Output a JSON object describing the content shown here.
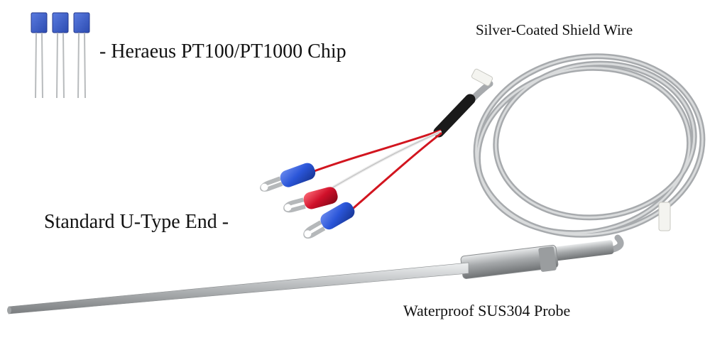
{
  "captions": {
    "chip": "- Heraeus PT100/PT1000 Chip",
    "shield_wire": "Silver-Coated Shield Wire",
    "u_type_end": "Standard U-Type End -",
    "probe": "Waterproof SUS304 Probe"
  },
  "colors": {
    "chip_blue": "#3b5fd0",
    "terminal_blue": "#2a55d8",
    "terminal_red": "#d0102a",
    "wire_red": "#d2151f",
    "wire_white": "#f2f2f2",
    "shield_silver": "#c9ccce",
    "heat_shrink_black": "#1a1a1a",
    "steel": "#a9acae"
  }
}
